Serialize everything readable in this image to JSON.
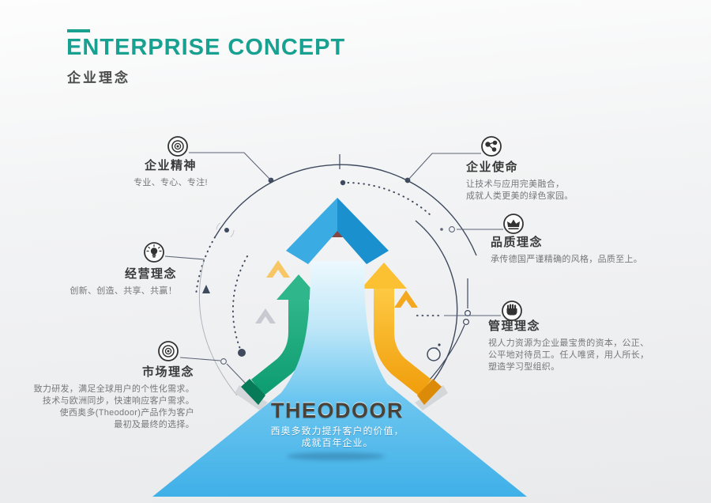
{
  "header": {
    "title": "ENTERPRISE CONCEPT",
    "subtitle": "企业理念"
  },
  "nodes": [
    {
      "id": "spirit",
      "title": "企业精神",
      "icon": "target-icon",
      "lines": [
        "专业、专心、专注!"
      ]
    },
    {
      "id": "mission",
      "title": "企业使命",
      "icon": "share-icon",
      "lines": [
        "让技术与应用完美融合，",
        "成就人类更美的绿色家园。"
      ]
    },
    {
      "id": "quality",
      "title": "品质理念",
      "icon": "crown-icon",
      "lines": [
        "承传德国严谨精确的风格，品质至上。"
      ]
    },
    {
      "id": "business",
      "title": "经营理念",
      "icon": "bulb-icon",
      "lines": [
        "创新、创造、共享、共赢！"
      ]
    },
    {
      "id": "management",
      "title": "管理理念",
      "icon": "fist-icon",
      "lines": [
        "视人力资源为企业最宝贵的资本，公正、",
        "公平地对待员工。任人唯贤，用人所长，",
        "塑造学习型组织。"
      ]
    },
    {
      "id": "market",
      "title": "市场理念",
      "icon": "target-icon",
      "lines": [
        "致力研发，满足全球用户的个性化需求。",
        "技术与欧洲同步，快速响应客户需求。",
        "使西奥多(Theodoor)产品作为客户",
        "最初及最终的选择。"
      ]
    }
  ],
  "center": {
    "brand": "THEODOOR",
    "lines": [
      "西奥多致力提升客户的价值，",
      "成就百年企业。"
    ]
  },
  "colors": {
    "accent_teal": "#18a091",
    "arrow_blue": "#2da7e0",
    "arrow_green": "#23b188",
    "arrow_yellow": "#f9b30e",
    "decor_navy": "#3f4a5e"
  }
}
